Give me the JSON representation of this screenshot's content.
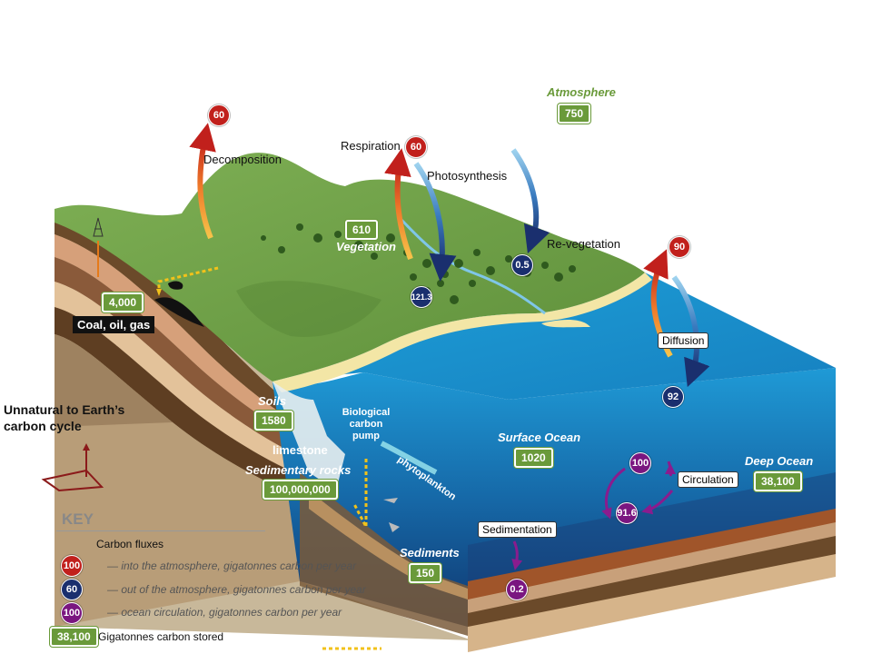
{
  "reservoirs": {
    "atmosphere": {
      "label": "Atmosphere",
      "value": "750"
    },
    "vegetation": {
      "label": "Vegetation",
      "value": "610"
    },
    "fossil": {
      "label": "Coal, oil, gas",
      "value": "4,000"
    },
    "soils": {
      "label": "Soils",
      "value": "1580"
    },
    "sedimentary_rocks": {
      "label": "Sedimentary rocks",
      "value": "100,000,000"
    },
    "surface_ocean": {
      "label": "Surface Ocean",
      "value": "1020"
    },
    "deep_ocean": {
      "label": "Deep Ocean",
      "value": "38,100"
    },
    "sediments": {
      "label": "Sediments",
      "value": "150"
    }
  },
  "processes": {
    "decomposition": {
      "label": "Decomposition",
      "value": "60"
    },
    "respiration": {
      "label": "Respiration",
      "value": "60"
    },
    "photosynthesis": {
      "label": "Photosynthesis",
      "value": "121.3"
    },
    "revegetation": {
      "label": "Re-vegetation",
      "value": "0.5"
    },
    "diffusion": {
      "label": "Diffusion",
      "out_value": "90",
      "in_value": "92"
    },
    "circulation": {
      "label": "Circulation",
      "up_value": "100",
      "down_value": "91.6"
    },
    "sedimentation": {
      "label": "Sedimentation",
      "value": "0.2"
    }
  },
  "labels": {
    "limestone": "limestone",
    "bio_pump": "Biological carbon pump",
    "phytoplankton": "phytoplankton",
    "unnatural": "Unnatural to Earth’s carbon cycle"
  },
  "key": {
    "title": "KEY",
    "fluxes_heading": "Carbon fluxes",
    "rows": [
      {
        "badge": "100",
        "color": "red",
        "text": "— into the atmosphere, gigatonnes carbon  per year"
      },
      {
        "badge": "60",
        "color": "blue",
        "text": "— out of the atmosphere, gigatonnes carbon per year"
      },
      {
        "badge": "100",
        "color": "purple",
        "text": "— ocean circulation, gigatonnes carbon per year"
      }
    ],
    "stored_badge": "38,100",
    "stored_text": "Gigatonnes carbon stored"
  },
  "colors": {
    "into_atmosphere": "#c1201c",
    "out_of_atmosphere": "#1a2f6e",
    "ocean_circulation": "#7a1680",
    "storage": "#6a9a3a",
    "land": "#6d9e45",
    "ocean": "#1a8ac8"
  }
}
